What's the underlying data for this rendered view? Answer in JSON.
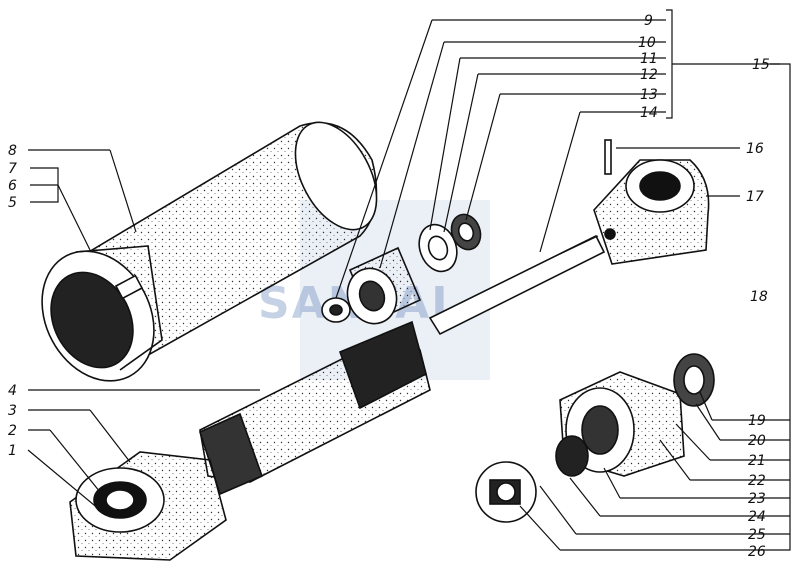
{
  "figure": {
    "type": "exploded-assembly-drawing",
    "watermark": {
      "text": "SANTAL",
      "color": "#5c7fb6"
    },
    "callouts": [
      {
        "id": "1",
        "label": "1"
      },
      {
        "id": "2",
        "label": "2"
      },
      {
        "id": "3",
        "label": "3"
      },
      {
        "id": "4",
        "label": "4"
      },
      {
        "id": "5",
        "label": "5"
      },
      {
        "id": "6",
        "label": "6"
      },
      {
        "id": "7",
        "label": "7"
      },
      {
        "id": "8",
        "label": "8"
      },
      {
        "id": "9",
        "label": "9"
      },
      {
        "id": "10",
        "label": "10"
      },
      {
        "id": "11",
        "label": "11"
      },
      {
        "id": "12",
        "label": "12"
      },
      {
        "id": "13",
        "label": "13"
      },
      {
        "id": "14",
        "label": "14"
      },
      {
        "id": "15",
        "label": "15"
      },
      {
        "id": "16",
        "label": "16"
      },
      {
        "id": "17",
        "label": "17"
      },
      {
        "id": "18",
        "label": "18"
      },
      {
        "id": "19",
        "label": "19"
      },
      {
        "id": "20",
        "label": "20"
      },
      {
        "id": "21",
        "label": "21"
      },
      {
        "id": "22",
        "label": "22"
      },
      {
        "id": "23",
        "label": "23"
      },
      {
        "id": "24",
        "label": "24"
      },
      {
        "id": "25",
        "label": "25"
      },
      {
        "id": "26",
        "label": "26"
      }
    ]
  }
}
